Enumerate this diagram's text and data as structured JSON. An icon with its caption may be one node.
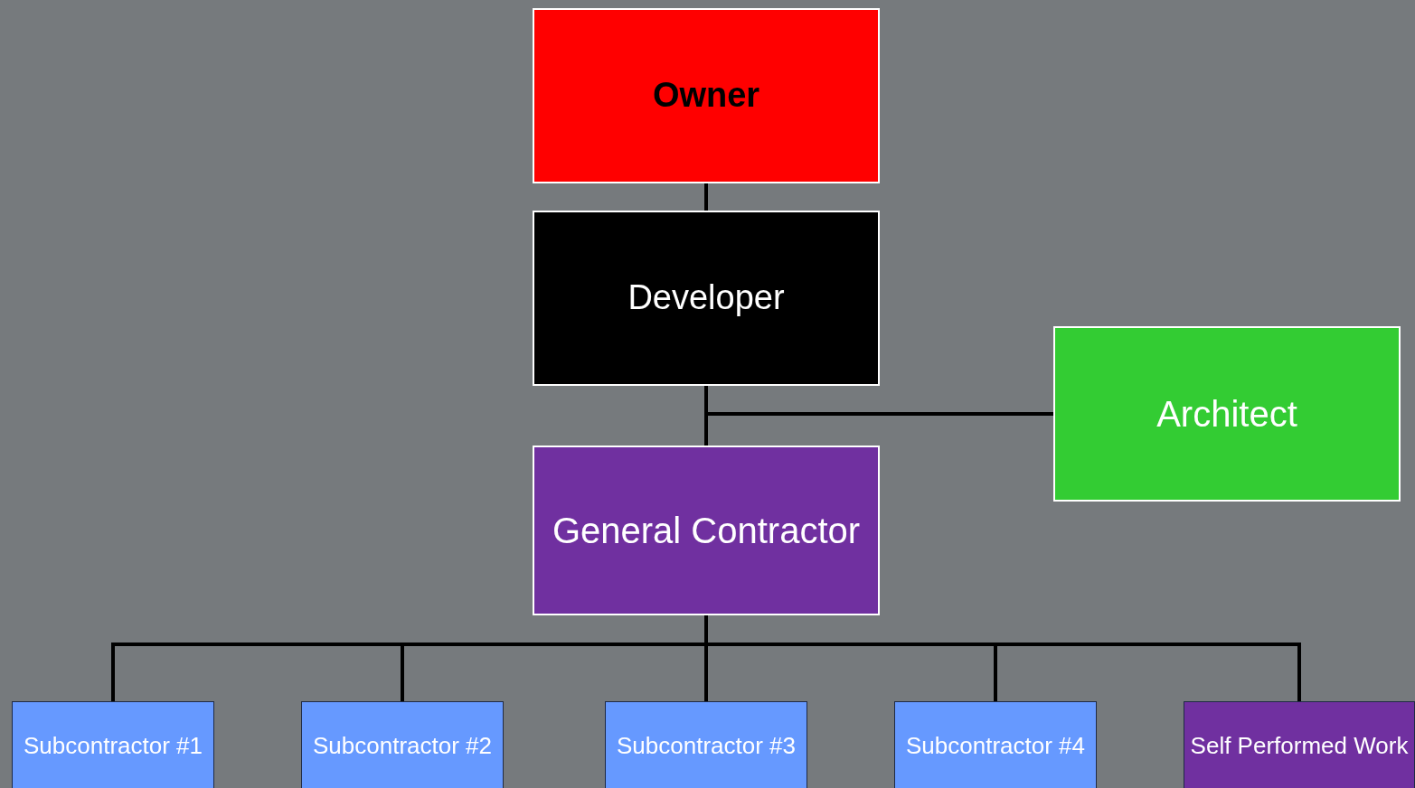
{
  "diagram": {
    "nodes": [
      {
        "text": [
          "Owner"
        ]
      },
      {
        "text": [
          "Developer"
        ]
      },
      {
        "text": [
          "Architect"
        ]
      },
      {
        "text": [
          "General Contractor"
        ]
      },
      {
        "text": [
          "Subcontractor #1"
        ]
      },
      {
        "text": [
          "Subcontractor #2"
        ]
      },
      {
        "text": [
          "Subcontractor #3"
        ]
      },
      {
        "text": [
          "Subcontractor #4"
        ]
      },
      {
        "text": [
          "Self Performed Work"
        ]
      }
    ],
    "edges": [
      {
        "from": 0,
        "to": 1,
        "arrow": "none"
      },
      {
        "from": 1,
        "to": 3,
        "arrow": "none"
      },
      {
        "from": 1,
        "to": 2,
        "arrow": "none"
      },
      {
        "from": 3,
        "to": 4,
        "arrow": "none"
      },
      {
        "from": 3,
        "to": 5,
        "arrow": "none"
      },
      {
        "from": 3,
        "to": 6,
        "arrow": "none"
      },
      {
        "from": 3,
        "to": 7,
        "arrow": "none"
      },
      {
        "from": 3,
        "to": 8,
        "arrow": "none"
      }
    ]
  }
}
